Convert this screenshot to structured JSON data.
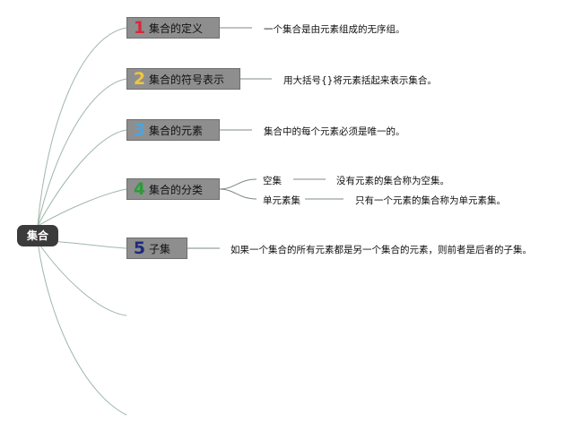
{
  "root": {
    "label": "集合"
  },
  "topics": [
    {
      "number": "1",
      "title": "集合的定义",
      "note": "一个集合是由元素组成的无序组。"
    },
    {
      "number": "2",
      "title": "集合的符号表示",
      "note": "用大括号{}将元素括起来表示集合。"
    },
    {
      "number": "3",
      "title": "集合的元素",
      "note": "集合中的每个元素必须是唯一的。"
    },
    {
      "number": "4",
      "title": "集合的分类",
      "subtopics": [
        {
          "label": "空集",
          "note": "没有元素的集合称为空集。"
        },
        {
          "label": "单元素集",
          "note": "只有一个元素的集合称为单元素集。"
        }
      ]
    },
    {
      "number": "5",
      "title": "子集",
      "note": "如果一个集合的所有元素都是另一个集合的元素，则前者是后者的子集。"
    }
  ],
  "colors": {
    "branch": "#9fb7ac",
    "node_fill": "#8e8e8e",
    "root_fill": "#3b3b3b",
    "number_1": "#d5293a",
    "number_2": "#f0c63d",
    "number_3": "#4fa3dd",
    "number_4": "#2e9a3a",
    "number_5": "#1e2a80"
  }
}
